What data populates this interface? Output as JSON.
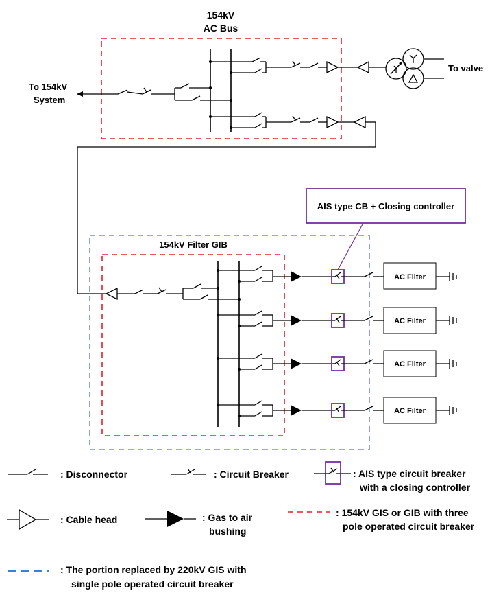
{
  "labels": {
    "ac_bus_line1": "154kV",
    "ac_bus_line2": "AC Bus",
    "to_system_line1": "To 154kV",
    "to_system_line2": "System",
    "to_valve": "To valve",
    "filter_gib": "154kV Filter GIB",
    "ais_callout": "AIS type CB + Closing controller",
    "ac_filter": "AC Filter"
  },
  "legend": {
    "disconnector": ": Disconnector",
    "circuit_breaker": ": Circuit Breaker",
    "ais_cb_line1": ": AIS type circuit breaker",
    "ais_cb_line2": "with a closing controller",
    "cable_head": ": Cable head",
    "gas_bushing_line1": ": Gas to air",
    "gas_bushing_line2": "bushing",
    "gis_line1": ": 154kV GIS or GIB with three",
    "gis_line2": "pole operated circuit breaker",
    "replaced_line1": ": The portion replaced by 220kV GIS with",
    "replaced_line2": "single pole operated circuit breaker"
  },
  "colors": {
    "gis_boundary": "#e0202a",
    "replaced_boundary": "#7d8bbf",
    "ais_highlight": "#7030a0"
  }
}
